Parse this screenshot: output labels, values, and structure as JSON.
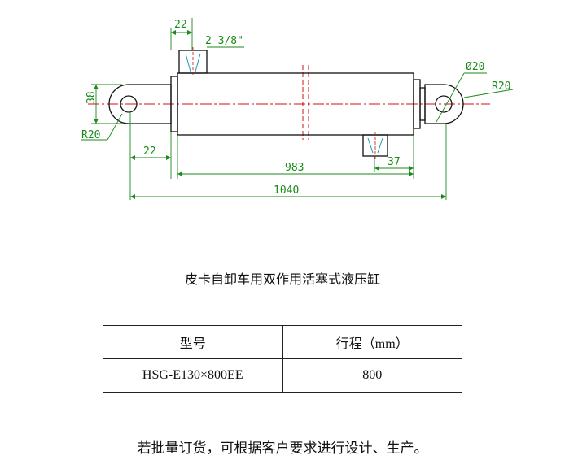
{
  "drawing": {
    "dimensions": {
      "port_width": "22",
      "port_thread": "2-3/8\"",
      "eye_height": "38",
      "eye_radius_left": "R20",
      "pin_diameter": "Ø20",
      "eye_radius_right": "R20",
      "eye_to_barrel": "22",
      "barrel_length": "983",
      "port_offset": "37",
      "total_length": "1040"
    },
    "colors": {
      "outline": "#111111",
      "dimension": "#1a8a1a",
      "centerline": "#d01010"
    }
  },
  "title": "皮卡自卸车用双作用活塞式液压缸",
  "spec_table": {
    "headers": [
      "型号",
      "行程（mm）"
    ],
    "rows": [
      [
        "HSG-E130×800EE",
        "800"
      ]
    ]
  },
  "note": "若批量订货，可根据客户要求进行设计、生产。"
}
